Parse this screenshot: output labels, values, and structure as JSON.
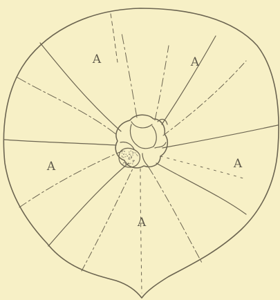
{
  "figure": {
    "background_color": "#f7f0c6",
    "ink_color": "#6b6450",
    "stipple_color": "#8a8370",
    "labels": [
      "A",
      "A",
      "A",
      "A",
      "A"
    ]
  }
}
